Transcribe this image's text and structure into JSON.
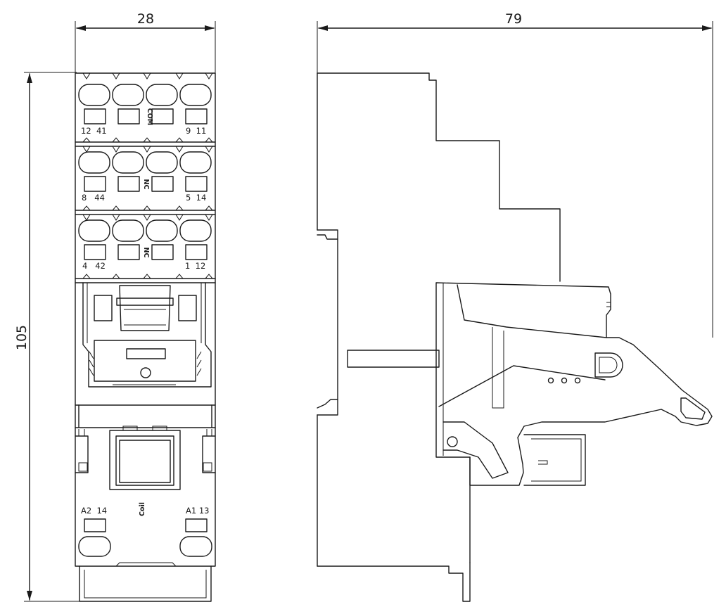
{
  "dimensions": {
    "width": "28",
    "depth": "79",
    "height": "105"
  },
  "blocks": [
    {
      "section": "COM",
      "left": "12  41",
      "right": "9  11"
    },
    {
      "section": "NC",
      "left": "8   44",
      "right": "5  14"
    },
    {
      "section": "NC",
      "left": "4   42",
      "right": "1  12"
    }
  ],
  "coil": {
    "label": "Coil",
    "left": "A2  14",
    "right": "A1 13"
  }
}
